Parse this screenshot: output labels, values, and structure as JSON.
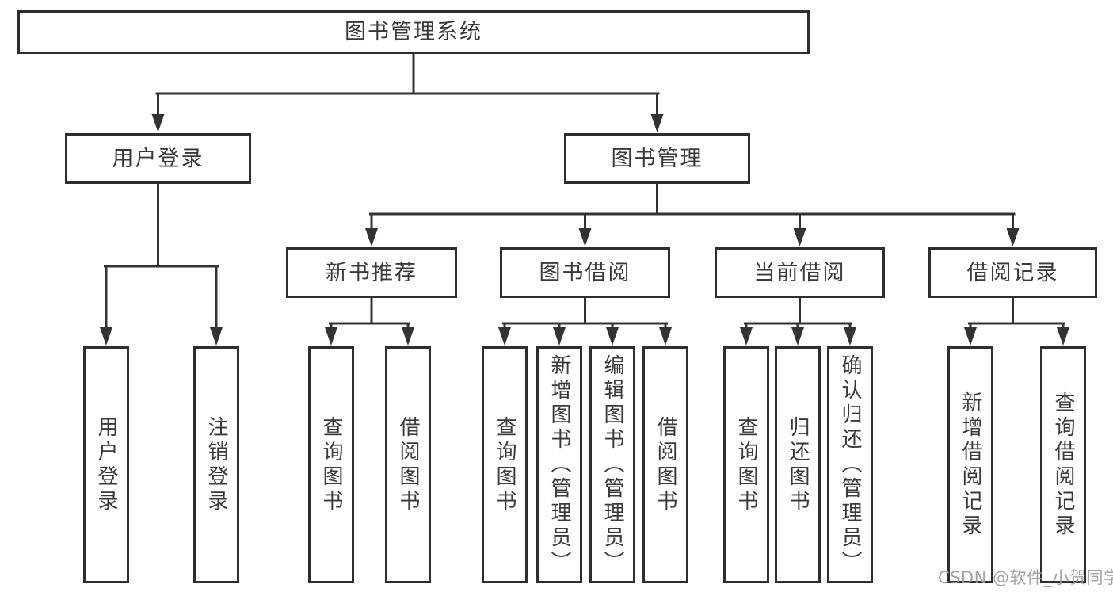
{
  "diagram_title": "图书管理系统",
  "watermark": "CSDN @软件_小贺同学",
  "colors": {
    "line": "#333333",
    "box_border": "#2e2e2e",
    "text": "#3a3a3a",
    "watermark": "#9c9c9c",
    "background": "#ffffff"
  },
  "tree": {
    "id": "root",
    "label": "图书管理系统",
    "children": [
      {
        "id": "user-login",
        "label": "用户登录",
        "children": [
          {
            "id": "leaf-user-login",
            "label": "用户登录"
          },
          {
            "id": "leaf-logout",
            "label": "注销登录"
          }
        ]
      },
      {
        "id": "book-mgmt",
        "label": "图书管理",
        "children": [
          {
            "id": "new-book-rec",
            "label": "新书推荐",
            "children": [
              {
                "id": "nbr-query-book",
                "label": "查询图书"
              },
              {
                "id": "nbr-borrow-book",
                "label": "借阅图书"
              }
            ]
          },
          {
            "id": "book-borrow",
            "label": "图书借阅",
            "children": [
              {
                "id": "bb-query-book",
                "label": "查询图书"
              },
              {
                "id": "bb-add-book",
                "label": "新增图书（管理员）"
              },
              {
                "id": "bb-edit-book",
                "label": "编辑图书（管理员）"
              },
              {
                "id": "bb-borrow-book",
                "label": "借阅图书"
              }
            ]
          },
          {
            "id": "current-borrow",
            "label": "当前借阅",
            "children": [
              {
                "id": "cb-query-book",
                "label": "查询图书"
              },
              {
                "id": "cb-return-book",
                "label": "归还图书"
              },
              {
                "id": "cb-confirm-return",
                "label": "确认归还（管理员）"
              }
            ]
          },
          {
            "id": "borrow-records",
            "label": "借阅记录",
            "children": [
              {
                "id": "br-add-record",
                "label": "新增借阅记录"
              },
              {
                "id": "br-query-record",
                "label": "查询借阅记录"
              }
            ]
          }
        ]
      }
    ]
  }
}
